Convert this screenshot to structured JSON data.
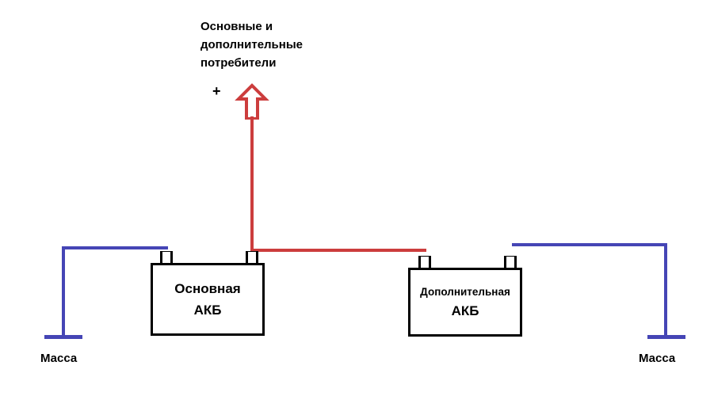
{
  "diagram": {
    "consumers_label": {
      "lines": [
        "Основные и",
        "дополнительные",
        "потребители"
      ]
    },
    "plus_sign": "+",
    "main_battery": {
      "line1": "Основная",
      "line2": "АКБ"
    },
    "aux_battery": {
      "line1": "Дополнительная",
      "line2": "АКБ"
    },
    "ground_left": "Масса",
    "ground_right": "Масса",
    "colors": {
      "positive_wire": "#cc3d3d",
      "ground_wire": "#4545b5",
      "battery_outline": "#000000",
      "background": "#ffffff"
    }
  }
}
